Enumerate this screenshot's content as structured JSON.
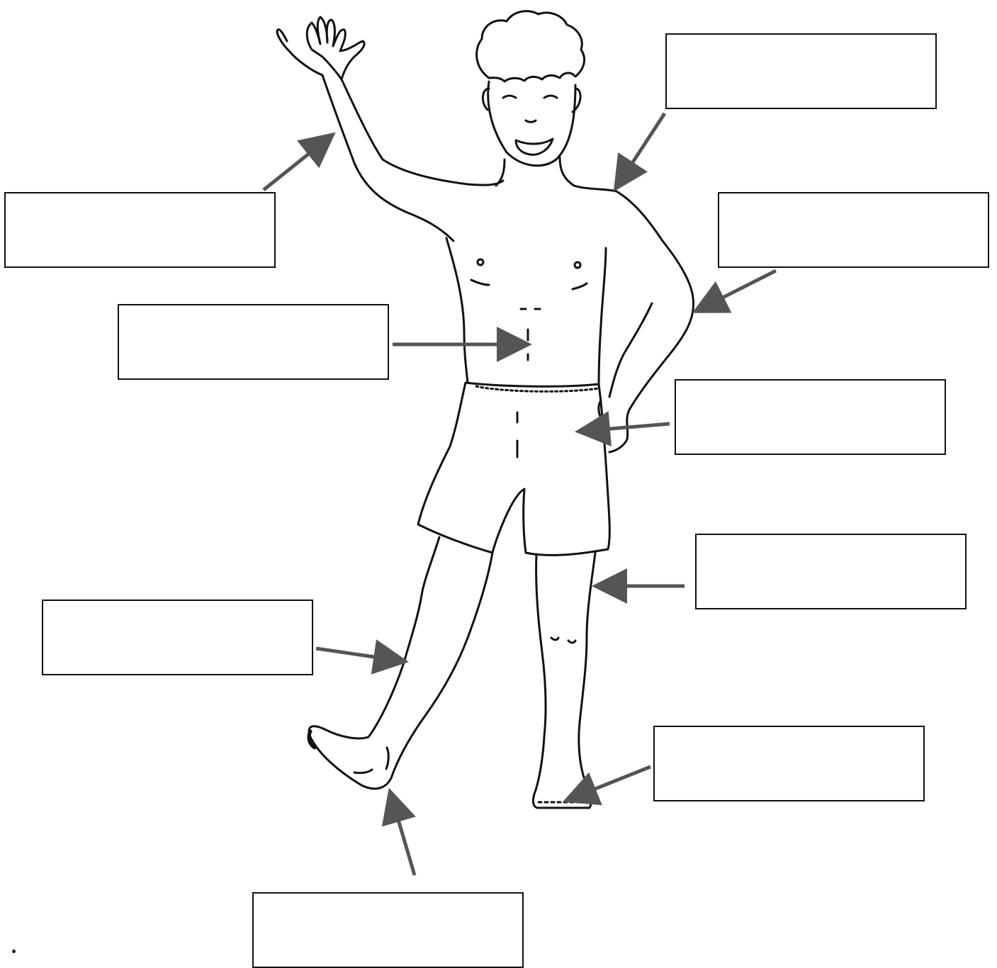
{
  "worksheet": {
    "labels": [
      {
        "id": "neck",
        "text": ""
      },
      {
        "id": "arm",
        "text": ""
      },
      {
        "id": "elbow",
        "text": ""
      },
      {
        "id": "tummy",
        "text": ""
      },
      {
        "id": "hand",
        "text": ""
      },
      {
        "id": "leg",
        "text": ""
      },
      {
        "id": "knee",
        "text": ""
      },
      {
        "id": "toes",
        "text": ""
      },
      {
        "id": "heel",
        "text": ""
      }
    ]
  },
  "colors": {
    "outline": "#111111",
    "arrow": "#555555",
    "background": "#ffffff"
  }
}
